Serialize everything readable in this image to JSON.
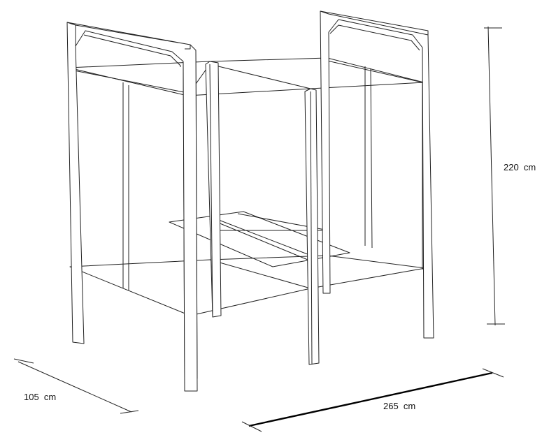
{
  "dimensions": {
    "height": "220  cm",
    "width": "265  cm",
    "depth": "105  cm"
  },
  "colors": {
    "line": "#222222",
    "background": "#ffffff"
  }
}
